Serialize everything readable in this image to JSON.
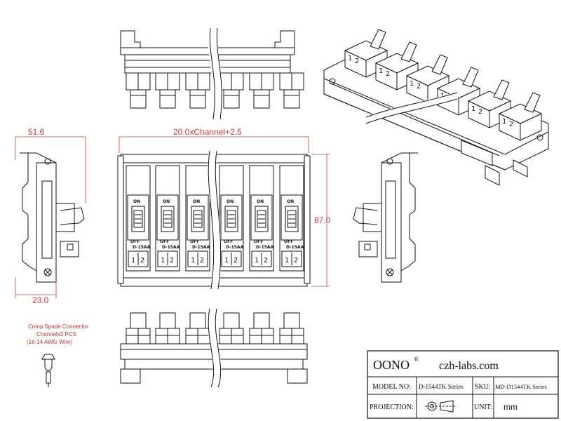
{
  "dimensions": {
    "left_width": "51.6",
    "top_width": "20.0xChannel+2.5",
    "right_height": "87.0",
    "bottom_left": "23.0"
  },
  "front_view": {
    "channels": 6,
    "on_label": "ON",
    "off_label": "OFF",
    "rating_label": "D-15AA",
    "terminal_numbers": [
      "1",
      "2"
    ]
  },
  "connector_note": {
    "line1": "Crimp Spade Connector",
    "line2": "Channelx2 PCS",
    "line3": "(16-14 AWG Wire)"
  },
  "iso_view": {
    "terminal_numbers": [
      "1",
      "2"
    ]
  },
  "title_block": {
    "brand": "OONO",
    "brand_mark": "®",
    "website": "czh-labs.com",
    "model_label": "MODEL NO:",
    "model_value": "D-1544TK Series",
    "sku_label": "SKU:",
    "sku_value": "MD-D1544TK Series",
    "projection_label": "PROJECTION:",
    "unit_label": "UNIT:",
    "unit_value": "mm"
  }
}
